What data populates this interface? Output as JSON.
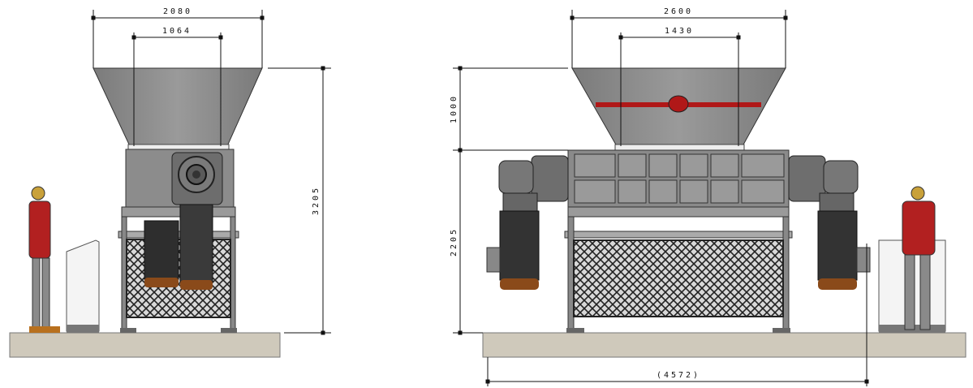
{
  "left_view": {
    "dimensions": {
      "overall_width": "2080",
      "inlet_width": "1064",
      "overall_height": "3205"
    }
  },
  "right_view": {
    "dimensions": {
      "overall_width": "2600",
      "inlet_width": "1430",
      "hopper_height": "1000",
      "machine_height": "2205",
      "total_length": "(4572)"
    }
  },
  "colors": {
    "machine_gray": "#8a8a8a",
    "dark_gray": "#555555",
    "base": "#cfc9bb",
    "accent_red": "#b01818",
    "motor_brown": "#8a4a1a"
  }
}
